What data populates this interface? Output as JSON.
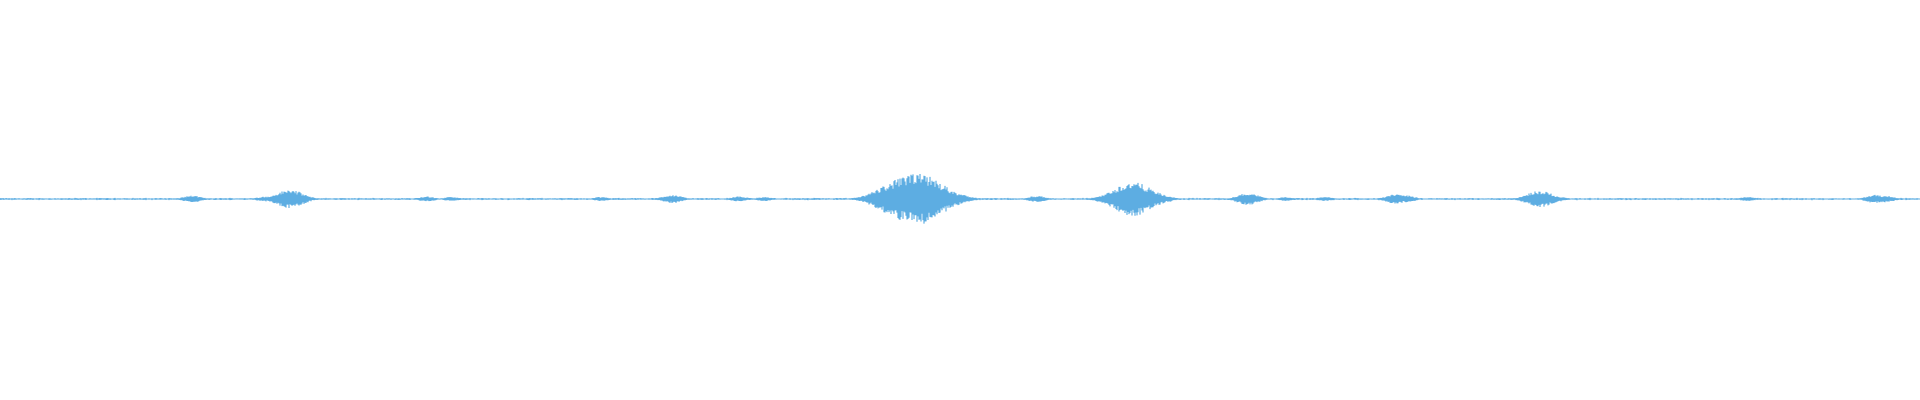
{
  "waveform": {
    "color": "#5dade2",
    "background": "#ffffff",
    "amplitude_scale": 1.0,
    "bursts": [
      {
        "t": 0.1,
        "amp": 0.02
      },
      {
        "t": 0.138,
        "amp": 0.015
      },
      {
        "t": 0.151,
        "amp": 0.055
      },
      {
        "t": 0.222,
        "amp": 0.015
      },
      {
        "t": 0.235,
        "amp": 0.012
      },
      {
        "t": 0.313,
        "amp": 0.012
      },
      {
        "t": 0.35,
        "amp": 0.025
      },
      {
        "t": 0.385,
        "amp": 0.015
      },
      {
        "t": 0.398,
        "amp": 0.012
      },
      {
        "t": 0.46,
        "amp": 0.05
      },
      {
        "t": 0.465,
        "amp": 0.09
      },
      {
        "t": 0.472,
        "amp": 0.13
      },
      {
        "t": 0.478,
        "amp": 0.15
      },
      {
        "t": 0.484,
        "amp": 0.11
      },
      {
        "t": 0.49,
        "amp": 0.06
      },
      {
        "t": 0.54,
        "amp": 0.018
      },
      {
        "t": 0.59,
        "amp": 0.1
      },
      {
        "t": 0.597,
        "amp": 0.06
      },
      {
        "t": 0.605,
        "amp": 0.025
      },
      {
        "t": 0.65,
        "amp": 0.035
      },
      {
        "t": 0.67,
        "amp": 0.012
      },
      {
        "t": 0.69,
        "amp": 0.012
      },
      {
        "t": 0.727,
        "amp": 0.028
      },
      {
        "t": 0.732,
        "amp": 0.022
      },
      {
        "t": 0.802,
        "amp": 0.05
      },
      {
        "t": 0.81,
        "amp": 0.018
      },
      {
        "t": 0.91,
        "amp": 0.012
      },
      {
        "t": 0.977,
        "amp": 0.025
      },
      {
        "t": 0.982,
        "amp": 0.02
      }
    ],
    "noise_floor": 0.006
  }
}
